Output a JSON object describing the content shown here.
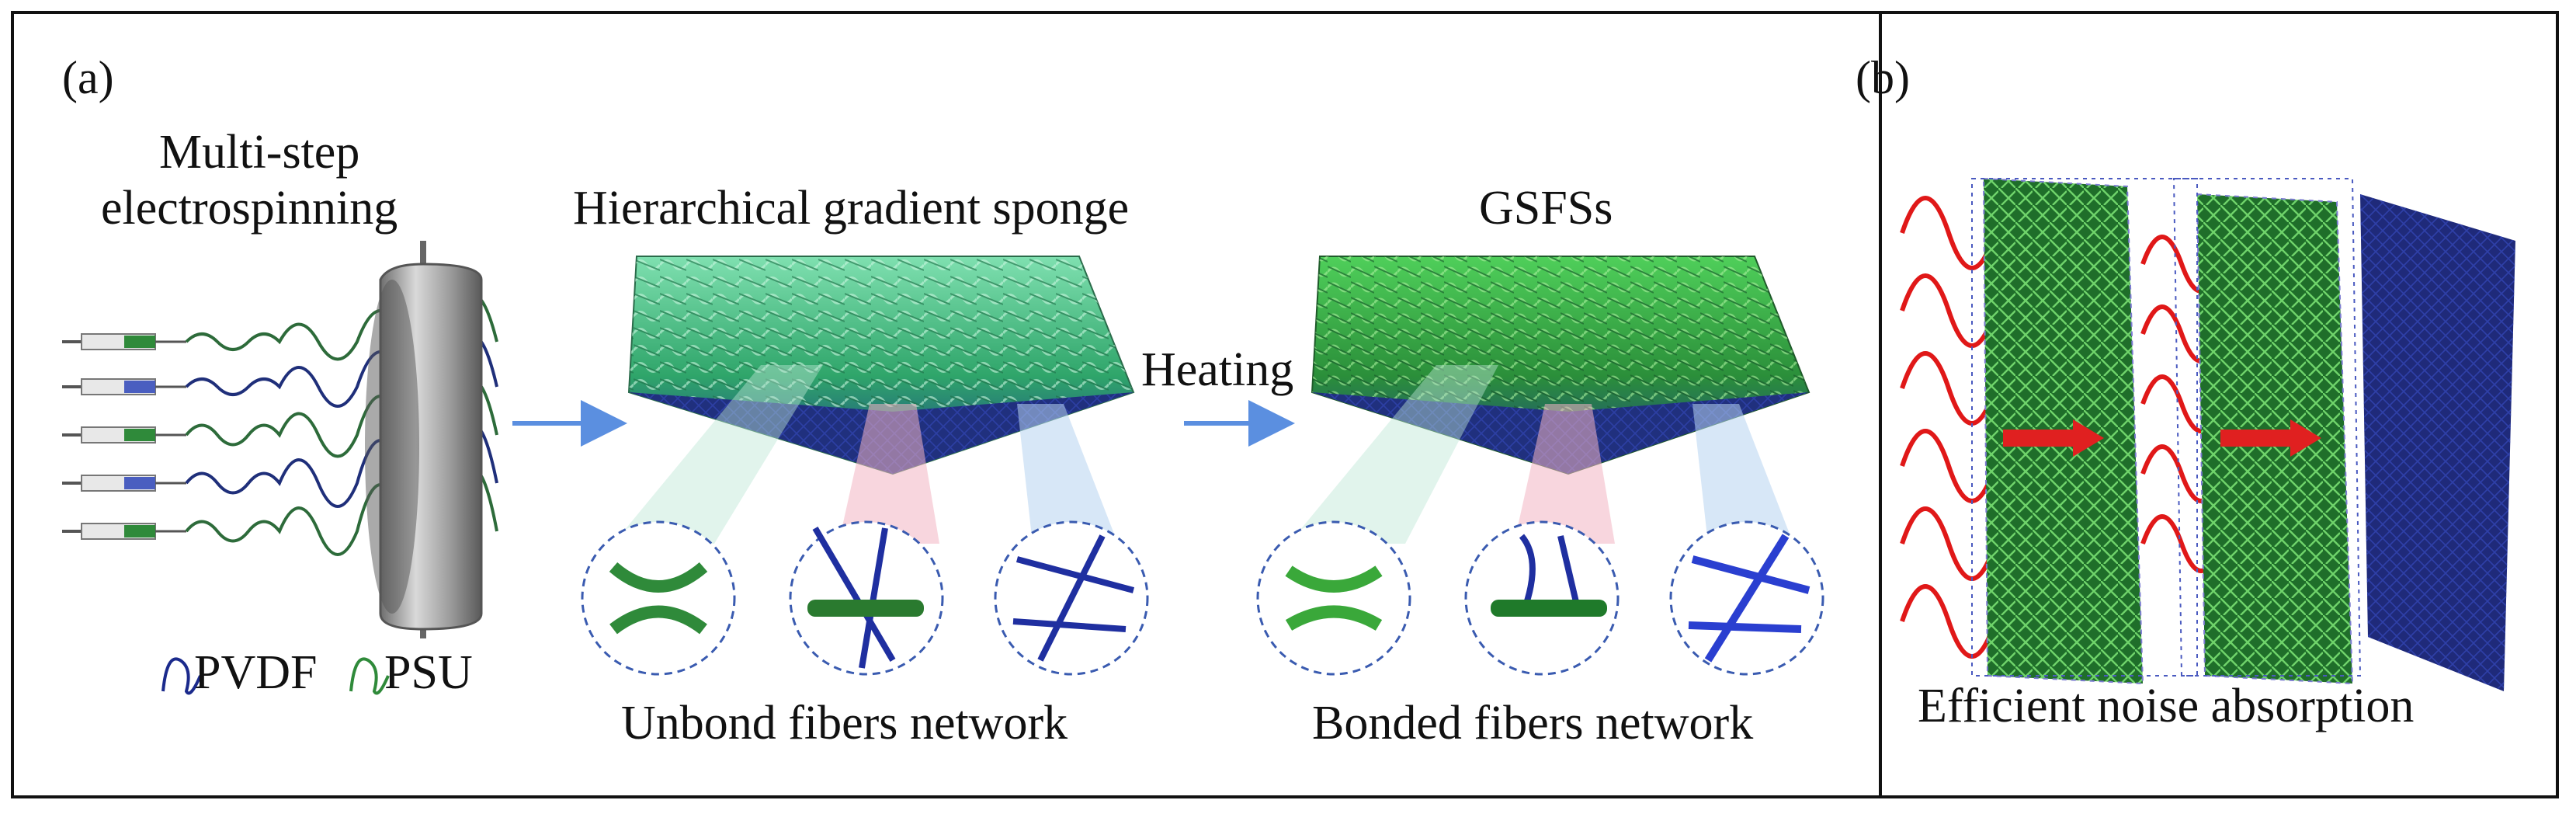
{
  "panel_a": {
    "label": "(a)",
    "step1_line1": "Multi-step",
    "step1_line2": "electrospinning",
    "sponge_title": "Hierarchical gradient sponge",
    "heating": "Heating",
    "product_title": "GSFSs",
    "legend_pvdf": "PVDF",
    "legend_psu": "PSU",
    "unbond_caption": "Unbond fibers network",
    "bonded_caption": "Bonded fibers network"
  },
  "panel_b": {
    "label": "(b)",
    "caption": "Efficient noise absorption"
  },
  "colors": {
    "psu_green": "#2f8a3a",
    "light_green": "#5fd39a",
    "pvdf_blue": "#1b2a8c",
    "sound_red": "#e01818",
    "arrow_blue": "#5b8fe0",
    "cylinder_gray": "#9a9a9a"
  }
}
